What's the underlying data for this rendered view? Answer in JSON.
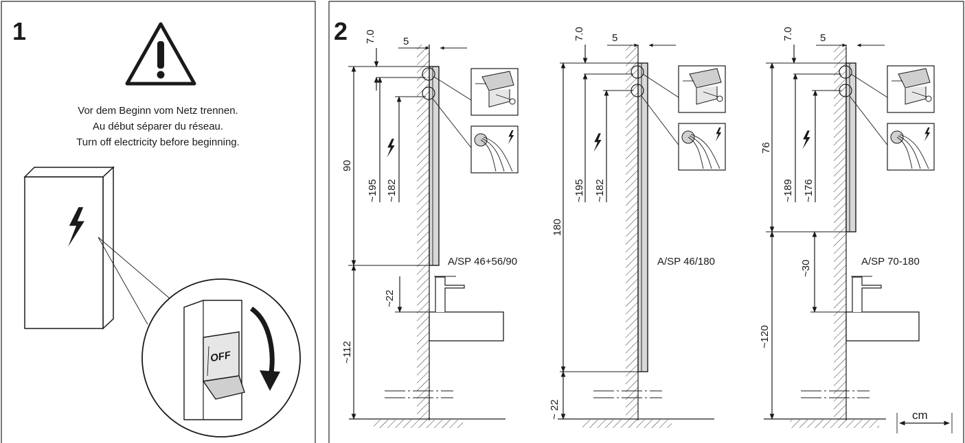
{
  "panel1": {
    "number": "1",
    "warning_lines": [
      "Vor dem Beginn vom Netz trennen.",
      "Au début séparer du réseau.",
      "Turn off electricity before beginning."
    ],
    "switch_label": "OFF"
  },
  "panel2": {
    "number": "2",
    "unit": "cm",
    "diagrams": [
      {
        "model": "A/SP 46+56/90",
        "top_offset": "7.0",
        "wall_gap": "5",
        "length": "90",
        "dim_a": "~195",
        "dim_b": "~182",
        "above_basin": "~22",
        "floor_height": "~112"
      },
      {
        "model": "A/SP 46/180",
        "top_offset": "7.0",
        "wall_gap": "5",
        "length": "180",
        "dim_a": "~195",
        "dim_b": "~182",
        "floor_height": "~ 22"
      },
      {
        "model": "A/SP 70-180",
        "top_offset": "7.0",
        "wall_gap": "5",
        "length": "76",
        "dim_a": "~189",
        "dim_b": "~176",
        "above_basin": "~30",
        "floor_height": "~120"
      }
    ]
  }
}
